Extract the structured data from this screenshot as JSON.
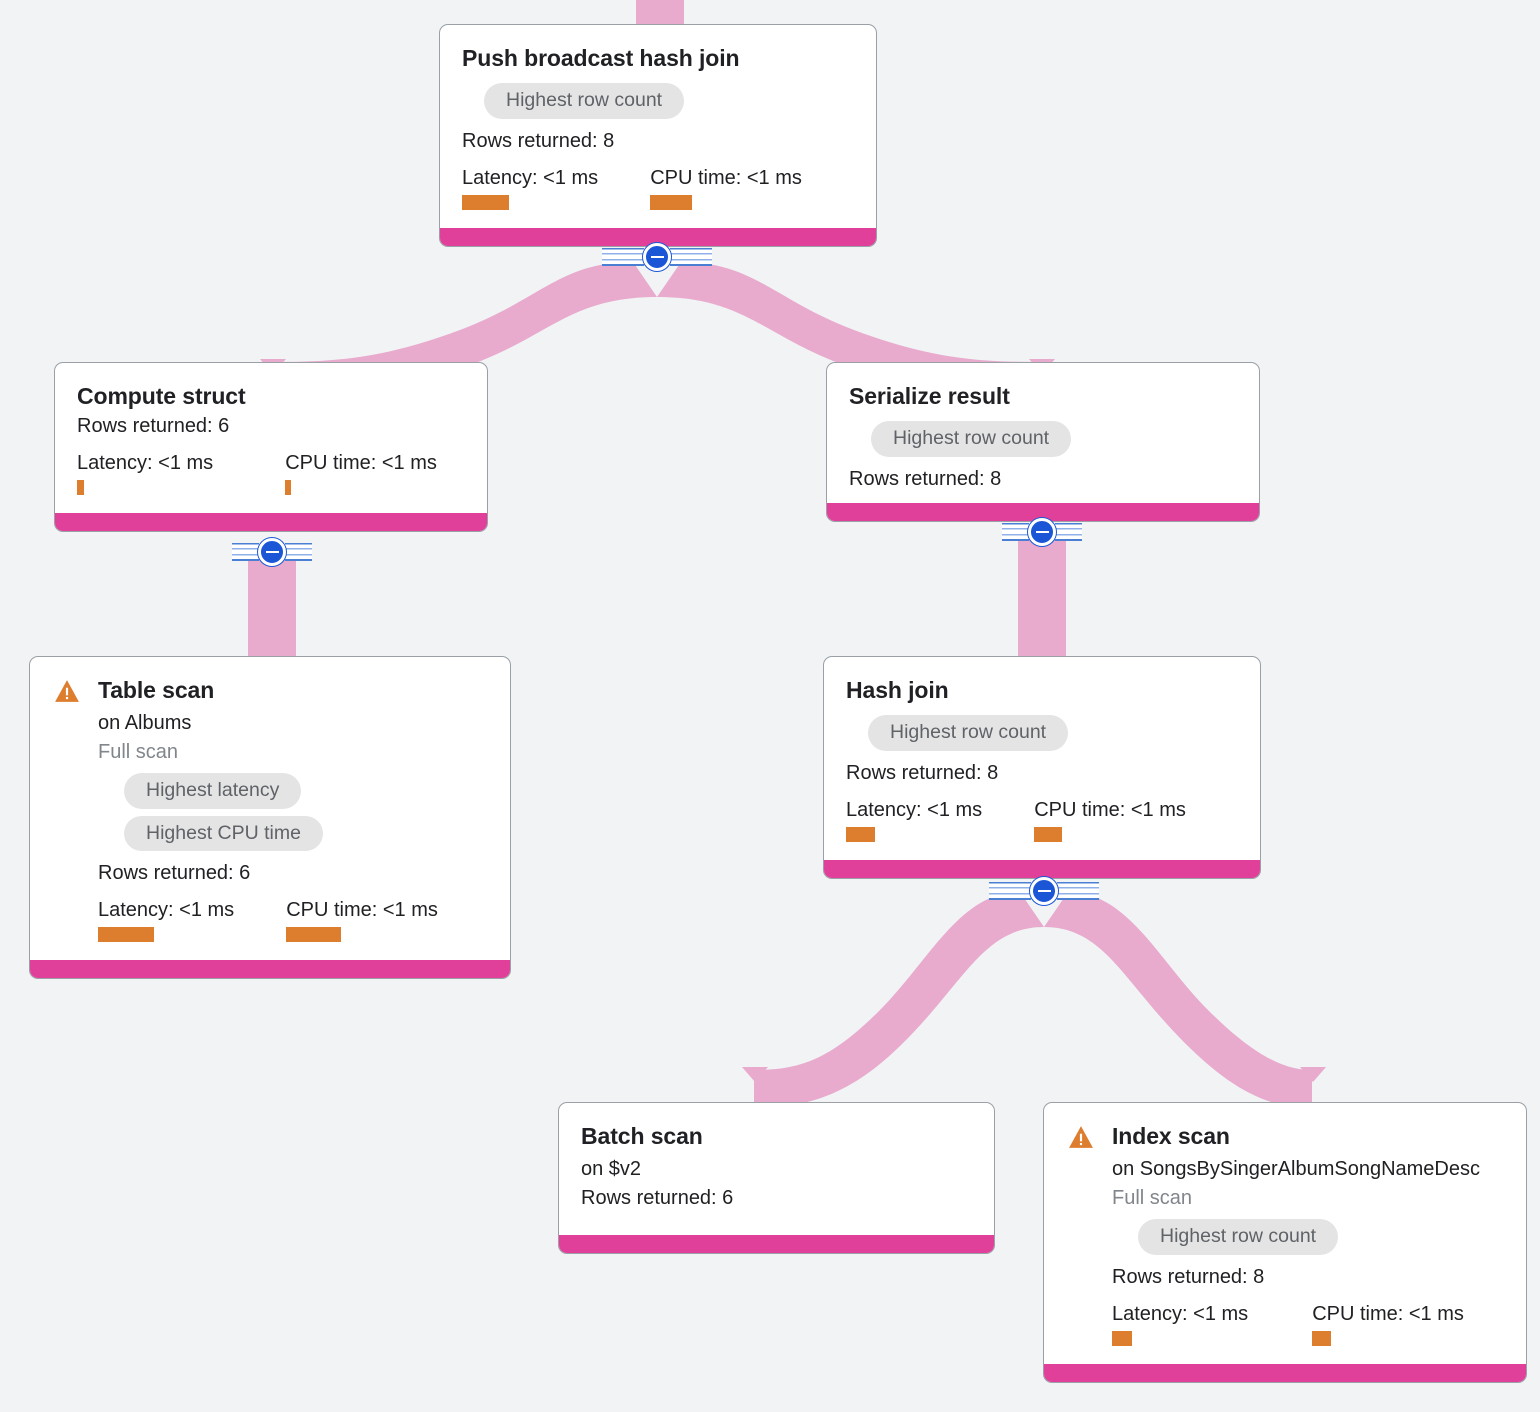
{
  "theme": {
    "background": "#f1f3f4",
    "node_border": "#9aa0a6",
    "node_footer": "#e0409a",
    "edge": "#e8aacd",
    "metric_bar": "#dd7e2e",
    "badge_bg": "#e4e4e4",
    "badge_text": "#5f6368",
    "warning": "#dd7e2e",
    "control_blue": "#1a56d6"
  },
  "labels": {
    "rows_returned_prefix": "Rows returned: ",
    "latency_prefix": "Latency: ",
    "cpu_prefix": "CPU time: ",
    "on_prefix": "on "
  },
  "nodes": {
    "push_broadcast_hash_join": {
      "title": "Push broadcast hash join",
      "badges": [
        "Highest row count"
      ],
      "rows_returned": "Rows returned: 8",
      "latency": "Latency: <1 ms",
      "cpu_time": "CPU time: <1 ms"
    },
    "compute_struct": {
      "title": "Compute struct",
      "rows_returned": "Rows returned: 6",
      "latency": "Latency: <1 ms",
      "cpu_time": "CPU time: <1 ms"
    },
    "serialize_result": {
      "title": "Serialize result",
      "badges": [
        "Highest row count"
      ],
      "rows_returned": "Rows returned: 8"
    },
    "table_scan": {
      "title": "Table scan",
      "target": "on Albums",
      "scan_type": "Full scan",
      "badges": [
        "Highest latency",
        "Highest CPU time"
      ],
      "rows_returned": "Rows returned: 6",
      "latency": "Latency: <1 ms",
      "cpu_time": "CPU time: <1 ms",
      "has_warning": true
    },
    "hash_join": {
      "title": "Hash join",
      "badges": [
        "Highest row count"
      ],
      "rows_returned": "Rows returned: 8",
      "latency": "Latency: <1 ms",
      "cpu_time": "CPU time: <1 ms"
    },
    "batch_scan": {
      "title": "Batch scan",
      "target": "on $v2",
      "rows_returned": "Rows returned: 6"
    },
    "index_scan": {
      "title": "Index scan",
      "target": "on SongsBySingerAlbumSongNameDesc",
      "scan_type": "Full scan",
      "badges": [
        "Highest row count"
      ],
      "rows_returned": "Rows returned: 8",
      "latency": "Latency: <1 ms",
      "cpu_time": "CPU time: <1 ms",
      "has_warning": true
    }
  },
  "badge_text": {
    "root_row_count": "Highest row count",
    "serialize_row_count": "Highest row count",
    "hashjoin_row_count": "Highest row count",
    "index_row_count": "Highest row count",
    "table_latency": "Highest latency",
    "table_cpu": "Highest CPU time"
  }
}
